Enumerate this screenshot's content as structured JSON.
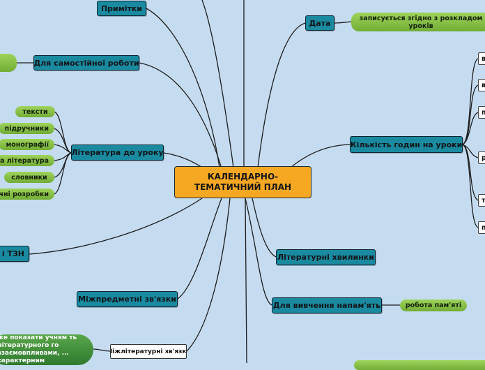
{
  "central": {
    "title": "КАЛЕНДАРНО-ТЕМАТИЧНИЙ ПЛАН"
  },
  "branches": {
    "notes": "Примітки",
    "self_work": "Для самостійної роботи",
    "literature": "Література до уроку",
    "tzn": "і ТЗН",
    "intersubject": "Міжпредметні зв'язки",
    "interliterary": "Міжлітературні зв'язки",
    "date": "Дата",
    "hours": "Кількість годин на уроки",
    "lit_minutes": "Літературні хвилинки",
    "memorize": "Для вивчення напам'ять"
  },
  "leaves": {
    "date_note": "записується згідно з розкладом уроків",
    "texts": "тексти",
    "textbooks": "підручники",
    "monographs": "монографії",
    "lit_ref": "на література",
    "dictionaries": "словники",
    "methodic": "чні розробки",
    "memory_work": "робота пам'яті",
    "interlit_note": "же показати учням ть літературного го взаємовпливами, ... характерним"
  },
  "hours_sub": [
    "в",
    "в",
    "п",
    "р",
    "т",
    "п"
  ]
}
